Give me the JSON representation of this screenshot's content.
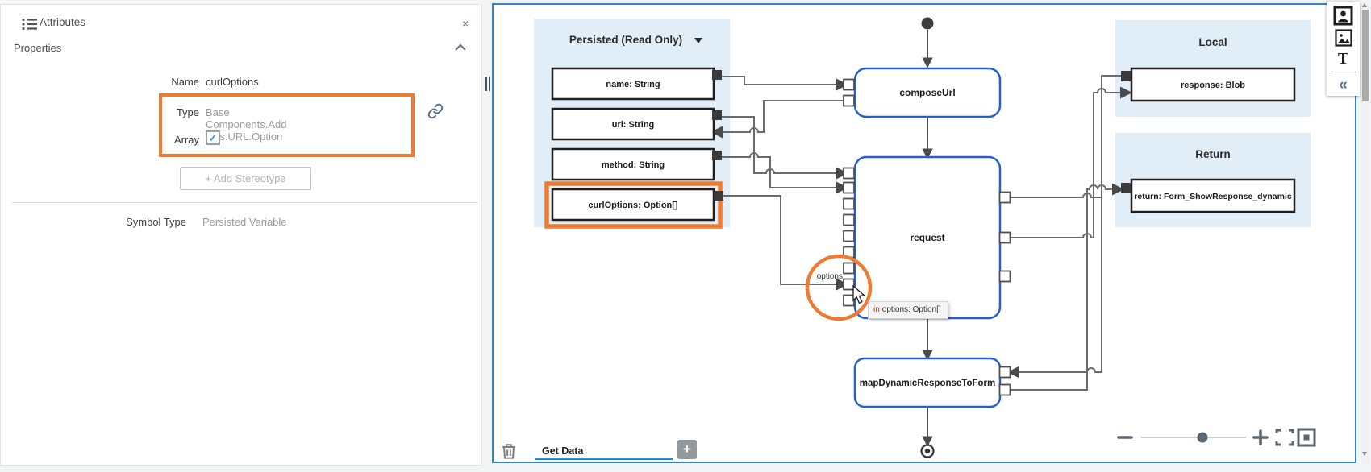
{
  "attributes_panel": {
    "title": "Attributes",
    "close_label": "×",
    "section": "Properties",
    "name_label": "Name",
    "name_value": "curlOptions",
    "type_label": "Type",
    "type_value": "Base Components.Add Ons.URL.Option",
    "array_label": "Array",
    "array_checkmark": "✓",
    "add_stereotype_label": "+ Add Stereotype",
    "symbol_type_label": "Symbol Type",
    "symbol_type_value": "Persisted Variable"
  },
  "diagram": {
    "persisted": {
      "title": "Persisted (Read Only)",
      "vars": [
        {
          "label": "name: String"
        },
        {
          "label": "url: String"
        },
        {
          "label": "method: String"
        },
        {
          "label": "curlOptions: Option[]",
          "highlighted": true
        }
      ]
    },
    "local": {
      "title": "Local",
      "var": "response: Blob"
    },
    "return": {
      "title": "Return",
      "var": "return: Form_ShowResponse_dynamic"
    },
    "nodes": {
      "compose": "composeUrl",
      "request": "request",
      "map": "mapDynamicResponseToForm"
    },
    "port_label": "options",
    "tooltip": {
      "keyword": "in",
      "rest": "options: Option[]"
    },
    "tab": {
      "name": "Get Data",
      "add_label": "+"
    }
  },
  "toolbar_icons": [
    "portrait",
    "image",
    "text",
    "collapse"
  ],
  "colors": {
    "highlight_orange": "#ed7b31",
    "node_border_blue": "#2360cb",
    "canvas_border_blue": "#2f87c3",
    "section_bg_blue": "#e2eef7",
    "wire_gray": "#6b6b6b",
    "tab_underline_blue": "#2b87c8",
    "tooltip_keyword_red": "#c2342c"
  }
}
